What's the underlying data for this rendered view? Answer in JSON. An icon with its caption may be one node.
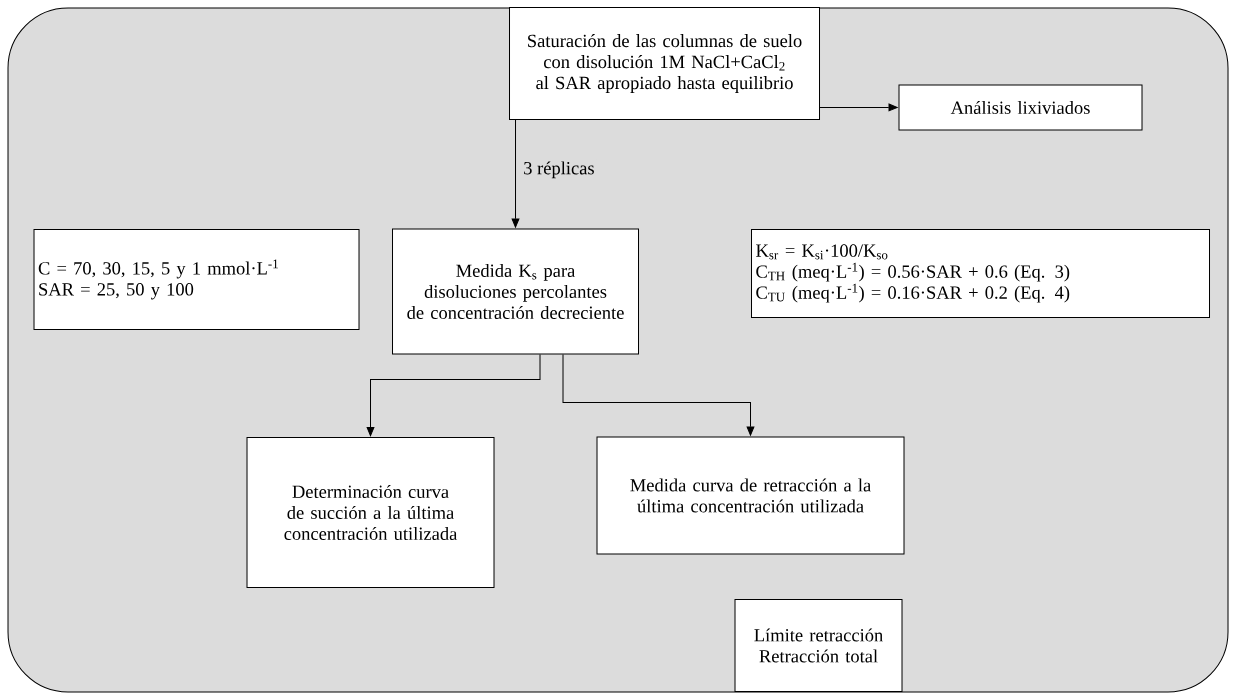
{
  "diagram": {
    "nodes": [
      {
        "text": [],
        "shape": "box"
      },
      {
        "text": [
          "Saturación de las columnas de suelo con disolución 1M NaCl+CaCl$_{2}$ al SAR apropiado hasta equilibrio"
        ],
        "in": 0
      },
      {
        "text": [
          "Análisis lixiviados"
        ],
        "in": 0
      },
      {
        "text": [
          "C = 70, 30, 15, 5 y 1 mmol·L$^{-1}$",
          "SAR = 25, 50 y 100"
        ],
        "in": 0
      },
      {
        "text": [
          "Medida K$_{s}$ para disoluciones percolantes de concentración decreciente"
        ],
        "in": 0
      },
      {
        "text": [
          "K$_{sr}$ = K$_{si}$·100/K$_{so}$",
          "C$_{TH}$ (meq·L$^{-1}$) = 0.56·SAR + 0.6 (Eq. 3)",
          "C$_{TU}$ (meq·L$^{-1}$) = 0.16·SAR + 0.2 (Eq. 4)"
        ],
        "in": 0
      },
      {
        "text": [
          "Determinación curva de succión a la última concentración utilizada"
        ],
        "in": 0
      },
      {
        "text": [
          "Medida curva de retracción a la última concentración utilizada"
        ],
        "in": 0
      },
      {
        "text": [
          "Límite retracción",
          "Retracción total"
        ],
        "in": 0
      }
    ],
    "edges": [
      {
        "from": 1,
        "to": 2,
        "arrow": "to"
      },
      {
        "from": 1,
        "to": 4,
        "arrow": "to",
        "label": "3 réplicas"
      },
      {
        "from": 4,
        "to": 6,
        "arrow": "to"
      },
      {
        "from": 4,
        "to": 7,
        "arrow": "to"
      }
    ]
  }
}
